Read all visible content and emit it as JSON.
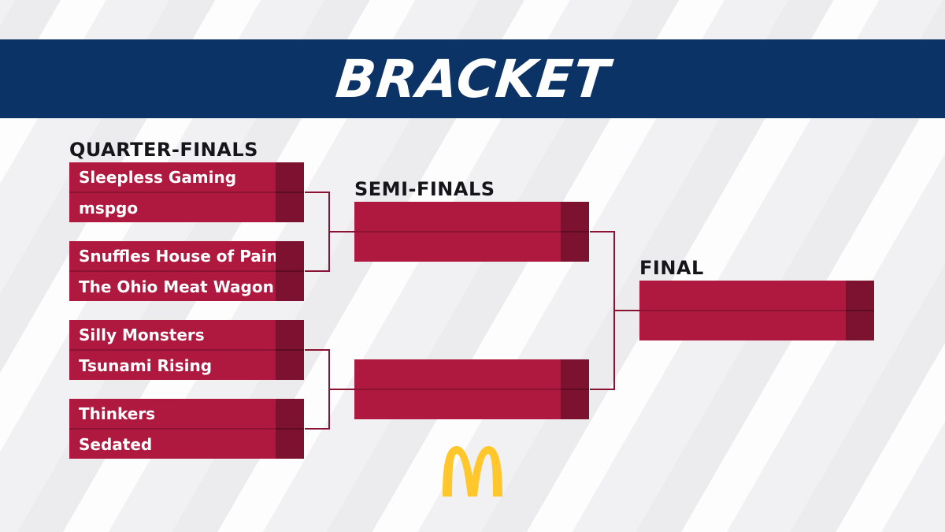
{
  "banner": {
    "title": "BRACKET"
  },
  "rounds": {
    "quarter": "QUARTER-FINALS",
    "semi": "SEMI-FINALS",
    "final": "FINAL"
  },
  "quarterfinals": [
    {
      "team1": "Sleepless Gaming",
      "team2": "mspgo"
    },
    {
      "team1": "Snuffles House of Pain",
      "team2": "The Ohio Meat Wagon"
    },
    {
      "team1": "Silly Monsters",
      "team2": "Tsunami Rising"
    },
    {
      "team1": "Thinkers",
      "team2": "Sedated"
    }
  ],
  "colors": {
    "banner": "#0b3366",
    "slot": "#b0193f",
    "score": "#7d1230",
    "connector": "#8a1232",
    "logo": "#ffc72c"
  },
  "logo": {
    "icon": "golden-arches-icon"
  }
}
